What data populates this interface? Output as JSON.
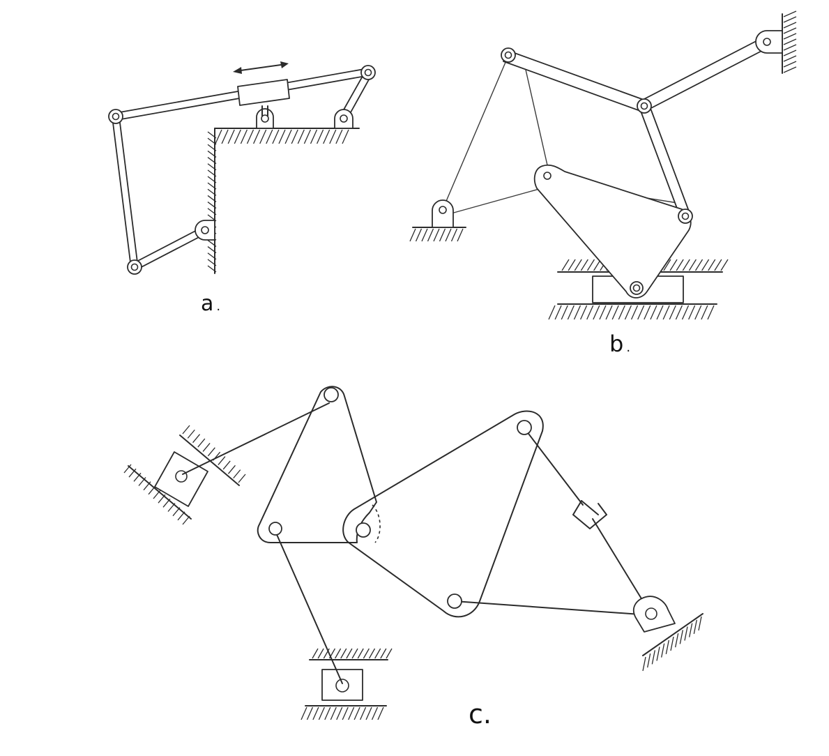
{
  "labels": {
    "a": "a",
    "a_mark": ".",
    "b": "b",
    "b_mark": ".",
    "c": "c."
  }
}
